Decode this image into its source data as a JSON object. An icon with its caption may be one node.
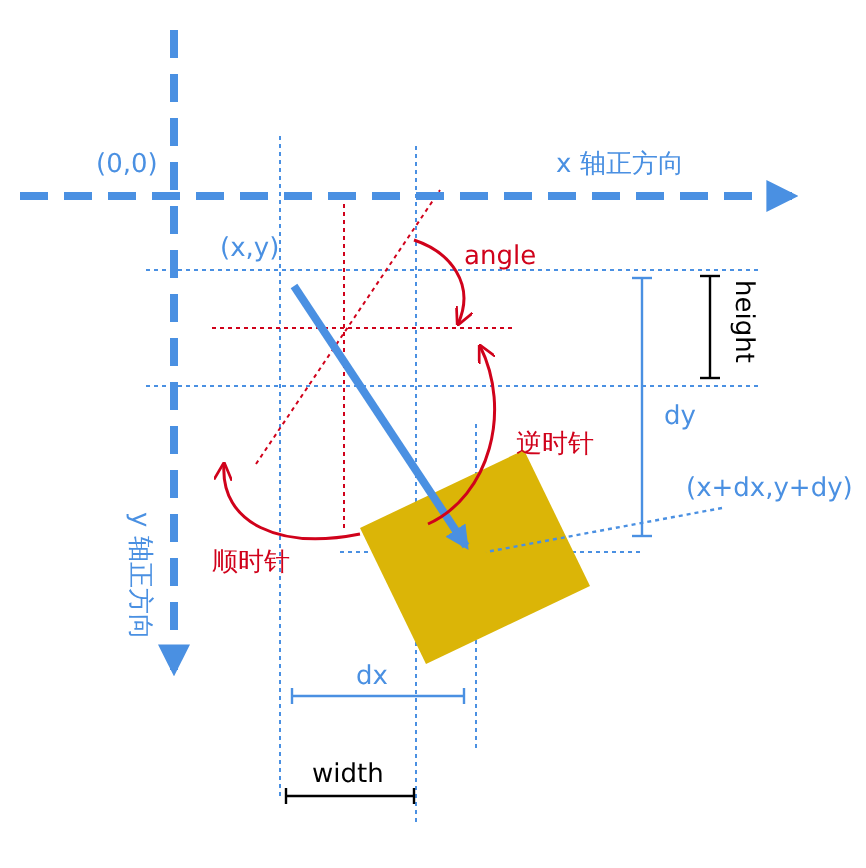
{
  "diagram": {
    "nodes": [
      {
        "text": [
          "(x+dx,y+dy)"
        ]
      },
      {
        "text": [],
        "shape": "box"
      }
    ],
    "edges": [
      {
        "from": 0,
        "to": 1,
        "arrow": "none",
        "style": "dashed"
      }
    ],
    "labels": [
      "(0,0)",
      "x 轴正方向",
      "(x,y)",
      "angle",
      "height",
      "dy",
      "逆时针",
      "顺时针",
      "y 轴正方向",
      "dx",
      "width"
    ]
  }
}
